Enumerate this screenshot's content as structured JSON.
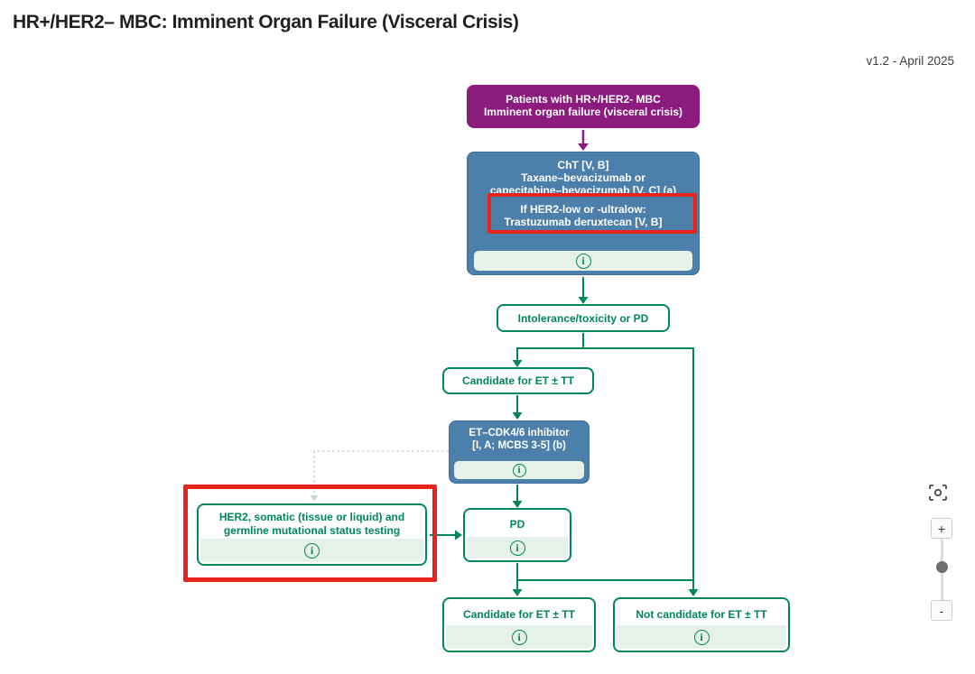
{
  "page": {
    "title": "HR+/HER2– MBC: Imminent Organ Failure (Visceral Crisis)",
    "version": "v1.2 - April 2025"
  },
  "colors": {
    "purple": "#8b1b7d",
    "blue": "#4c7fa9",
    "blue-border": "#3e6e99",
    "green": "#00875a",
    "mint": "#e6f1ea",
    "red": "#e8231d",
    "dotted": "#c8d9d1"
  },
  "flowchart": {
    "patients_box": {
      "line1": "Patients with HR+/HER2- MBC",
      "line2": "Imminent organ failure (visceral crisis)"
    },
    "cht_box": {
      "line1": "ChT [V, B]",
      "line2": "Taxane–bevacizumab or",
      "line3": "capecitabine–bevacizumab [V, C] (a)",
      "highlight_line1": "If HER2-low or -ultralow:",
      "highlight_line2": "Trastuzumab deruxtecan [V, B]"
    },
    "intolerance_box": {
      "label": "Intolerance/toxicity or PD"
    },
    "candidate_box": {
      "label": "Candidate for ET ± TT"
    },
    "et_cdk_box": {
      "line1": "ET–CDK4/6 inhibitor",
      "line2": "[I, A; MCBS 3-5] (b)"
    },
    "her2_testing_box": {
      "line1": "HER2, somatic (tissue or liquid) and",
      "line2": "germline mutational status testing"
    },
    "pd_box": {
      "label": "PD"
    },
    "candidate_bottom_box": {
      "label": "Candidate for ET ± TT"
    },
    "not_candidate_box": {
      "label": "Not candidate for ET ± TT"
    },
    "info_icon_glyph": "i"
  },
  "controls": {
    "zoom_in_label": "+",
    "zoom_out_label": "-"
  }
}
